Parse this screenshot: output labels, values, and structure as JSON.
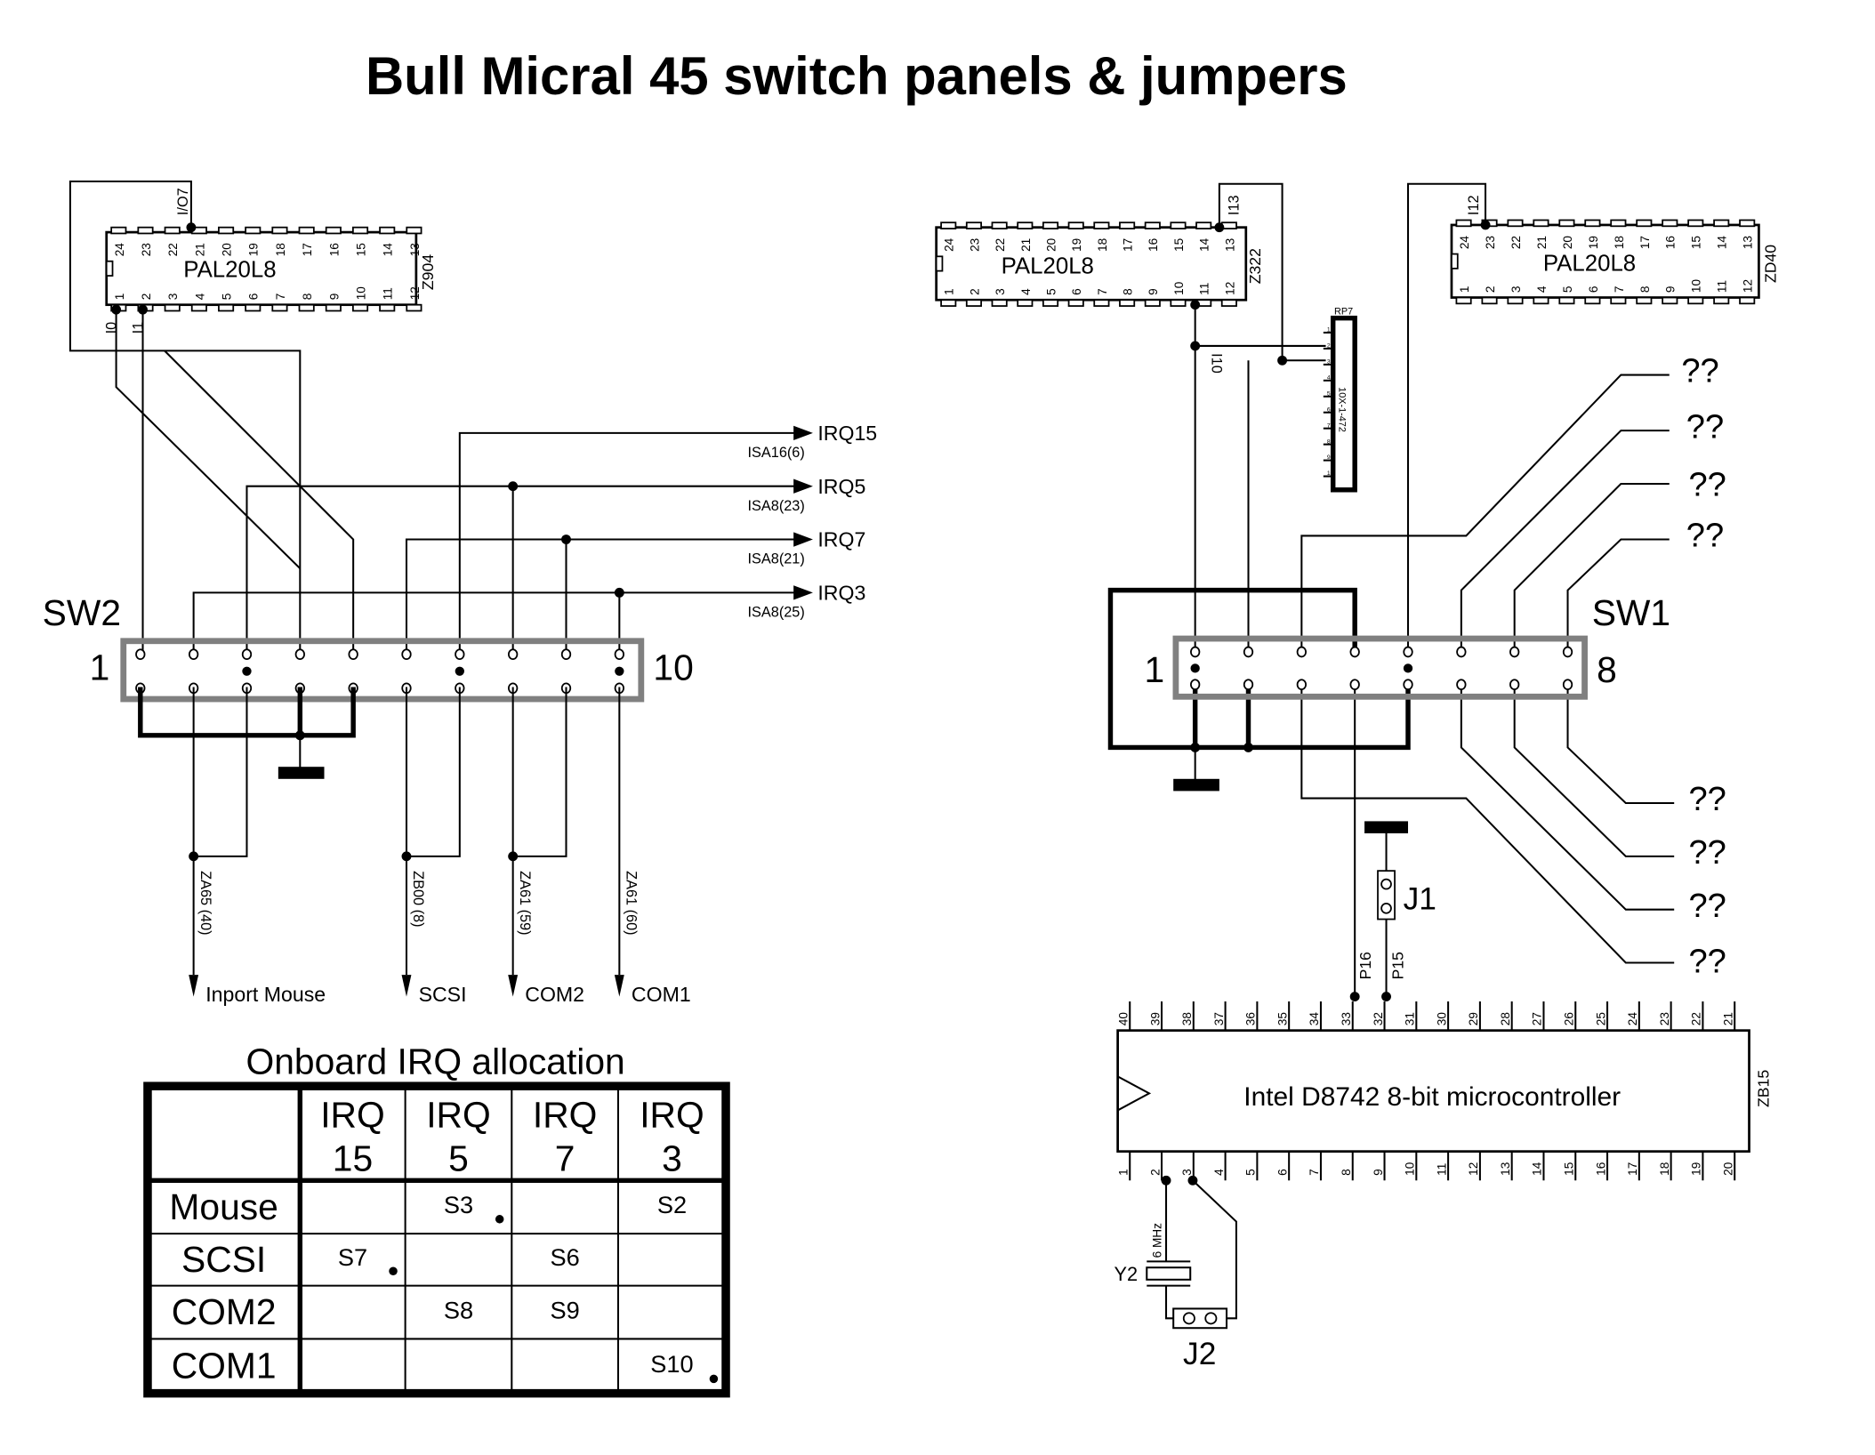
{
  "title": "Bull Micral 45 switch panels & jumpers",
  "chips": {
    "z904": {
      "name": "PAL20L8",
      "ref": "Z904",
      "top_pins": [
        "24",
        "23",
        "22",
        "21",
        "20",
        "19",
        "18",
        "17",
        "16",
        "15",
        "14",
        "13"
      ],
      "bottom_pins": [
        "1",
        "2",
        "3",
        "4",
        "5",
        "6",
        "7",
        "8",
        "9",
        "10",
        "11",
        "12"
      ],
      "signals": {
        "io7": "I/O7",
        "i0": "I0",
        "i1": "I1"
      }
    },
    "z322": {
      "name": "PAL20L8",
      "ref": "Z322",
      "top_pins": [
        "24",
        "23",
        "22",
        "21",
        "20",
        "19",
        "18",
        "17",
        "16",
        "15",
        "14",
        "13"
      ],
      "bottom_pins": [
        "1",
        "2",
        "3",
        "4",
        "5",
        "6",
        "7",
        "8",
        "9",
        "10",
        "11",
        "12"
      ],
      "signals": {
        "i13": "I13",
        "i10": "I10"
      }
    },
    "zd40": {
      "name": "PAL20L8",
      "ref": "ZD40",
      "top_pins": [
        "24",
        "23",
        "22",
        "21",
        "20",
        "19",
        "18",
        "17",
        "16",
        "15",
        "14",
        "13"
      ],
      "bottom_pins": [
        "1",
        "2",
        "3",
        "4",
        "5",
        "6",
        "7",
        "8",
        "9",
        "10",
        "11",
        "12"
      ],
      "signals": {
        "i12": "I12"
      }
    },
    "zb15": {
      "name": "Intel D8742 8-bit microcontroller",
      "ref": "ZB15",
      "top_pins": [
        "40",
        "39",
        "38",
        "37",
        "36",
        "35",
        "34",
        "33",
        "32",
        "31",
        "30",
        "29",
        "28",
        "27",
        "26",
        "25",
        "24",
        "23",
        "22",
        "21"
      ],
      "bottom_pins": [
        "1",
        "2",
        "3",
        "4",
        "5",
        "6",
        "7",
        "8",
        "9",
        "10",
        "11",
        "12",
        "13",
        "14",
        "15",
        "16",
        "17",
        "18",
        "19",
        "20"
      ],
      "signals": {
        "p16": "P16",
        "p15": "P15"
      }
    }
  },
  "rp7": {
    "ref": "RP7",
    "value": "10X-1-472",
    "pins": [
      "1",
      "2",
      "3",
      "4",
      "5",
      "6",
      "7",
      "8",
      "9",
      "10"
    ]
  },
  "irq_lines": [
    {
      "label": "IRQ15",
      "bus": "ISA16(6)"
    },
    {
      "label": "IRQ5",
      "bus": "ISA8(23)"
    },
    {
      "label": "IRQ7",
      "bus": "ISA8(21)"
    },
    {
      "label": "IRQ3",
      "bus": "ISA8(25)"
    }
  ],
  "sw2": {
    "label": "SW2",
    "first": "1",
    "last": "10",
    "on_switches": [
      3,
      7,
      10
    ],
    "count": 10
  },
  "sw1": {
    "label": "SW1",
    "first": "1",
    "last": "8",
    "on_switches": [
      1,
      5
    ],
    "count": 8
  },
  "connectors": [
    {
      "pin": "ZA65 (40)",
      "name": "Inport Mouse"
    },
    {
      "pin": "ZB00 (8)",
      "name": "SCSI"
    },
    {
      "pin": "ZA61 (59)",
      "name": "COM2"
    },
    {
      "pin": "ZA61 (60)",
      "name": "COM1"
    }
  ],
  "unknown_label": "??",
  "j1": {
    "label": "J1"
  },
  "j2": {
    "label": "J2"
  },
  "y2": {
    "label": "Y2",
    "freq": "6 MHz"
  },
  "irq_table": {
    "title": "Onboard IRQ allocation",
    "columns": [
      {
        "line1": "IRQ",
        "line2": "15"
      },
      {
        "line1": "IRQ",
        "line2": "5"
      },
      {
        "line1": "IRQ",
        "line2": "7"
      },
      {
        "line1": "IRQ",
        "line2": "3"
      }
    ],
    "rows": [
      {
        "device": "Mouse",
        "cells": [
          "",
          "S3",
          "",
          "S2"
        ],
        "active": [
          false,
          true,
          false,
          false
        ]
      },
      {
        "device": "SCSI",
        "cells": [
          "S7",
          "",
          "S6",
          ""
        ],
        "active": [
          true,
          false,
          false,
          false
        ]
      },
      {
        "device": "COM2",
        "cells": [
          "",
          "S8",
          "S9",
          ""
        ],
        "active": [
          false,
          false,
          false,
          false
        ]
      },
      {
        "device": "COM1",
        "cells": [
          "",
          "",
          "",
          "S10"
        ],
        "active": [
          false,
          false,
          false,
          true
        ]
      }
    ]
  }
}
